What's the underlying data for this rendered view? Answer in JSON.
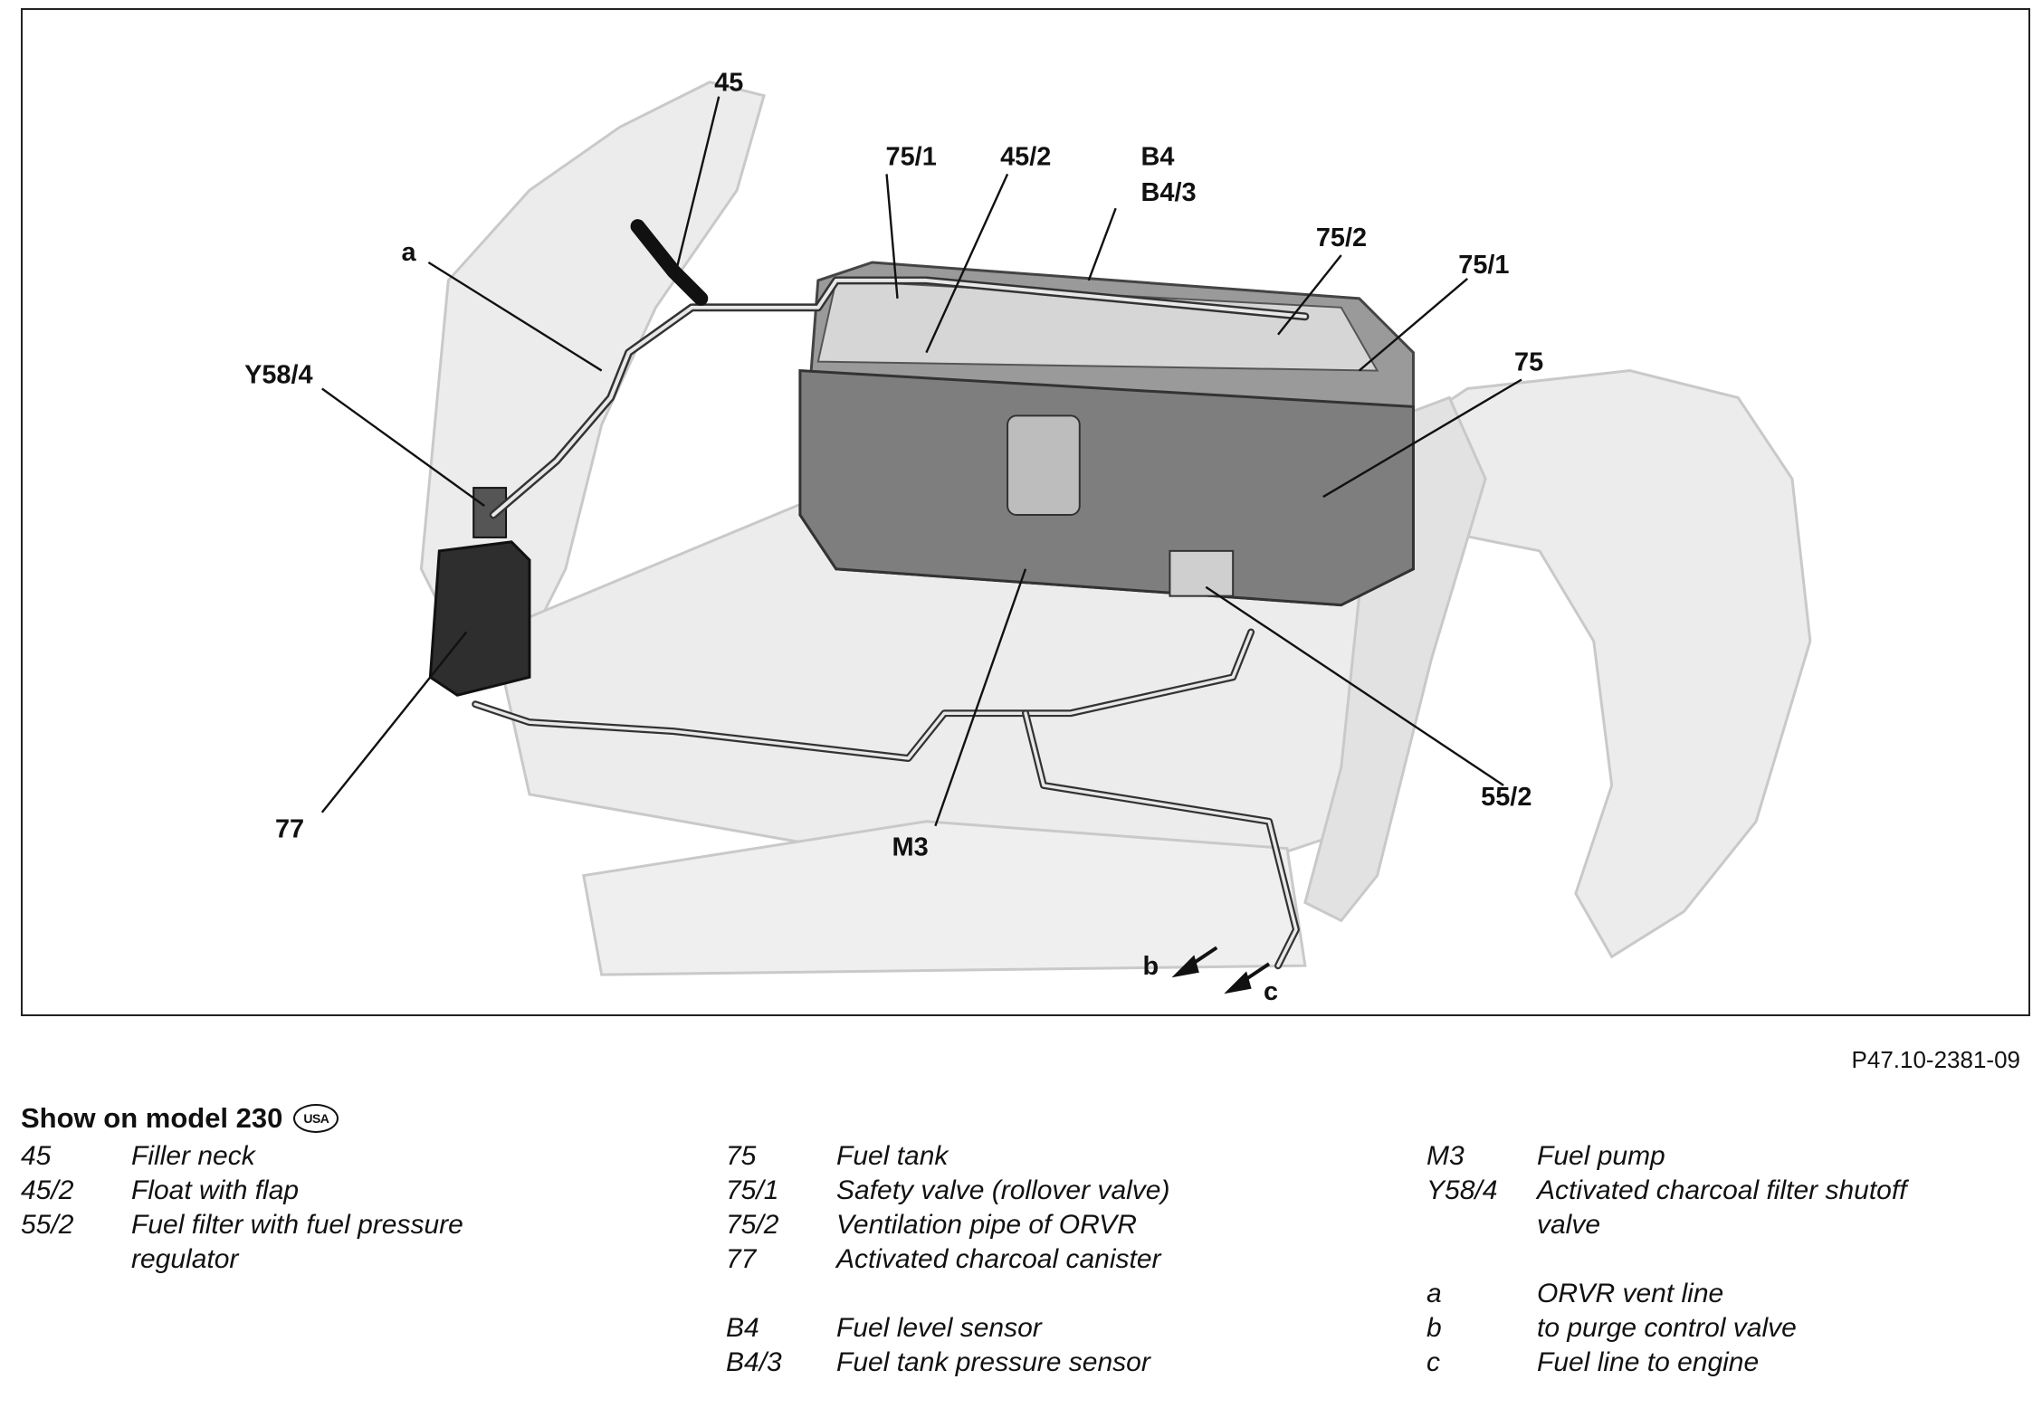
{
  "diagram": {
    "callouts": {
      "c45": "45",
      "c75_1_top": "75/1",
      "c45_2": "45/2",
      "cB4": "B4",
      "cB4_3": "B4/3",
      "c75_2": "75/2",
      "c75_1_right": "75/1",
      "c75": "75",
      "ca": "a",
      "cY58_4": "Y58/4",
      "c77": "77",
      "cM3": "M3",
      "c55_2": "55/2",
      "cb": "b",
      "cc": "c"
    }
  },
  "reference_code": "P47.10-2381-09",
  "legend": {
    "title": "Show on model 230",
    "badge": "USA",
    "col1": [
      {
        "key": "45",
        "desc": "Filler neck"
      },
      {
        "key": "45/2",
        "desc": "Float with flap"
      },
      {
        "key": "55/2",
        "desc": "Fuel filter with fuel pressure regulator"
      }
    ],
    "col2a": [
      {
        "key": "75",
        "desc": "Fuel tank"
      },
      {
        "key": "75/1",
        "desc": "Safety valve (rollover valve)"
      },
      {
        "key": "75/2",
        "desc": "Ventilation pipe of ORVR"
      },
      {
        "key": "77",
        "desc": "Activated charcoal canister"
      }
    ],
    "col2b": [
      {
        "key": "B4",
        "desc": "Fuel level sensor"
      },
      {
        "key": "B4/3",
        "desc": "Fuel tank pressure sensor"
      }
    ],
    "col3a": [
      {
        "key": "M3",
        "desc": "Fuel pump"
      },
      {
        "key": "Y58/4",
        "desc": "Activated charcoal filter shutoff valve"
      }
    ],
    "col3b": [
      {
        "key": "a",
        "desc": "ORVR vent line"
      },
      {
        "key": "b",
        "desc": "to purge control valve"
      },
      {
        "key": "c",
        "desc": "Fuel line to engine"
      }
    ]
  }
}
